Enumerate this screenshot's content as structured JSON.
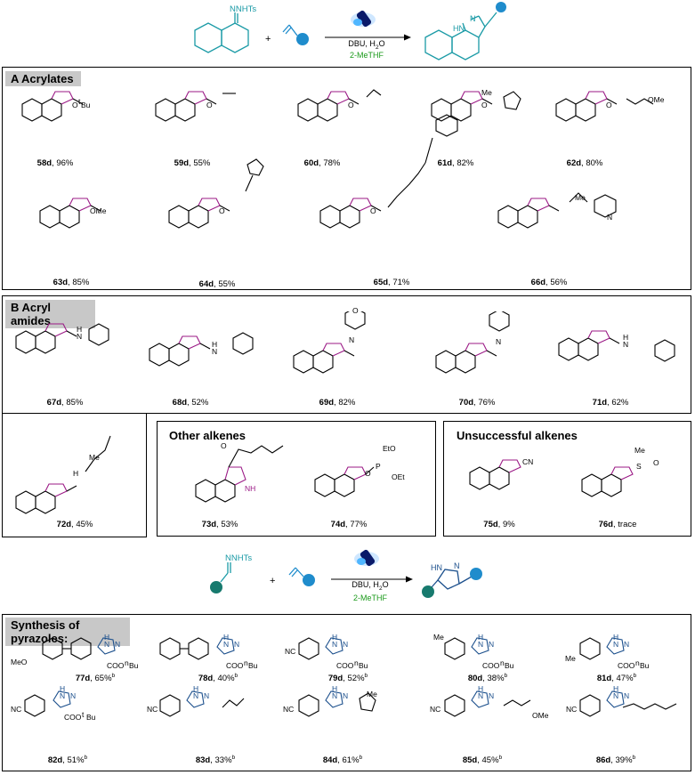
{
  "scheme1": {
    "reagent_group": "NNHTs",
    "plus": "+",
    "conditions": [
      "DBU, H",
      "2",
      "O"
    ],
    "solvent": "2-MeTHF",
    "product_ring_labels": [
      "N",
      "HN"
    ]
  },
  "section_a": {
    "title": "A Acrylates",
    "items": [
      {
        "id": "58d",
        "yield": ", 96%",
        "sub": "O",
        "sub2": "Bu",
        "sup": "t"
      },
      {
        "id": "59d",
        "yield": ", 55%",
        "sub": "O"
      },
      {
        "id": "60d",
        "yield": ", 78%",
        "sub": "O"
      },
      {
        "id": "61d",
        "yield": ", 82%",
        "sub": "O",
        "sub2": "Me"
      },
      {
        "id": "62d",
        "yield": ", 80%",
        "sub": "O",
        "sub2": "OMe"
      },
      {
        "id": "63d",
        "yield": ", 85%",
        "sub": "OMe"
      },
      {
        "id": "64d",
        "yield": ", 55%",
        "sub": "O"
      },
      {
        "id": "65d",
        "yield": ", 71%",
        "sub": "O"
      },
      {
        "id": "66d",
        "yield": ", 56%",
        "sub": "Me",
        "sub2": "N"
      }
    ]
  },
  "section_b": {
    "title": "B Acryl amides",
    "items": [
      {
        "id": "67d",
        "yield": ", 85%",
        "sub": "H",
        "sub2": "N"
      },
      {
        "id": "68d",
        "yield": ", 52%",
        "sub": "H",
        "sub2": "N"
      },
      {
        "id": "69d",
        "yield": ", 82%",
        "sub": "O",
        "sub2": "N"
      },
      {
        "id": "70d",
        "yield": ", 76%",
        "sub": "N"
      },
      {
        "id": "71d",
        "yield": ", 62%",
        "sub": "H",
        "sub2": "N"
      },
      {
        "id": "72d",
        "yield": ", 45%",
        "sub": "Me",
        "sub2": "H"
      }
    ]
  },
  "other_alkenes": {
    "title": "Other alkenes",
    "items": [
      {
        "id": "73d",
        "yield": ", 53%",
        "sub": "O",
        "sub2": "NH"
      },
      {
        "id": "74d",
        "yield": ", 77%",
        "sub": "EtO",
        "sub2": "OEt",
        "sub3": "P",
        "sub4": "O"
      }
    ]
  },
  "unsuccessful": {
    "title": "Unsuccessful alkenes",
    "items": [
      {
        "id": "75d",
        "yield": ", 9%",
        "sub": "CN"
      },
      {
        "id": "76d",
        "yield": ", trace",
        "sub": "Me",
        "sub2": "S",
        "sub3": "O"
      }
    ]
  },
  "scheme2": {
    "reagent_group": "NNHTs",
    "plus": "+",
    "conditions": [
      "DBU, H",
      "2",
      "O"
    ],
    "solvent": "2-MeTHF",
    "product_ring_labels": [
      "N",
      "HN"
    ]
  },
  "pyrazoles": {
    "title": "Synthesis of pyrazoles:",
    "ring_labels": [
      "H",
      "N",
      "N"
    ],
    "items": [
      {
        "id": "77d",
        "yield": ", 65%",
        "sup": "b",
        "left": "MeO",
        "ester": "COO",
        "esup": "n",
        "ebu": "Bu"
      },
      {
        "id": "78d",
        "yield": ", 40%",
        "sup": "b",
        "ester": "COO",
        "esup": "n",
        "ebu": "Bu"
      },
      {
        "id": "79d",
        "yield": ", 52%",
        "sup": "b",
        "left": "NC",
        "ester": "COO",
        "esup": "n",
        "ebu": "Bu"
      },
      {
        "id": "80d",
        "yield": ", 38%",
        "sup": "b",
        "left": "Me",
        "ester": "COO",
        "esup": "n",
        "ebu": "Bu"
      },
      {
        "id": "81d",
        "yield": ", 47%",
        "sup": "b",
        "left": "Me",
        "ester": "COO",
        "esup": "n",
        "ebu": "Bu"
      },
      {
        "id": "82d",
        "yield": ", 51%",
        "sup": "b",
        "left": "NC",
        "ester": "COO",
        "esup": "t",
        "ebu": "Bu"
      },
      {
        "id": "83d",
        "yield": ", 33%",
        "sup": "b",
        "left": "NC"
      },
      {
        "id": "84d",
        "yield": ", 61%",
        "sup": "b",
        "left": "NC",
        "ebu": "Me"
      },
      {
        "id": "85d",
        "yield": ", 45%",
        "sup": "b",
        "left": "NC",
        "ebu": "OMe"
      },
      {
        "id": "86d",
        "yield": ", 39%",
        "sup": "b",
        "left": "NC"
      }
    ]
  },
  "colors": {
    "teal": "#1a9aa6",
    "purple": "#9b1a86",
    "blue_dot": "#1f8ccc",
    "green_dot": "#177a6e",
    "green_text": "#1a9a1a",
    "dark_blue": "#1b4f8c",
    "header_grey": "#c8c8c8"
  }
}
